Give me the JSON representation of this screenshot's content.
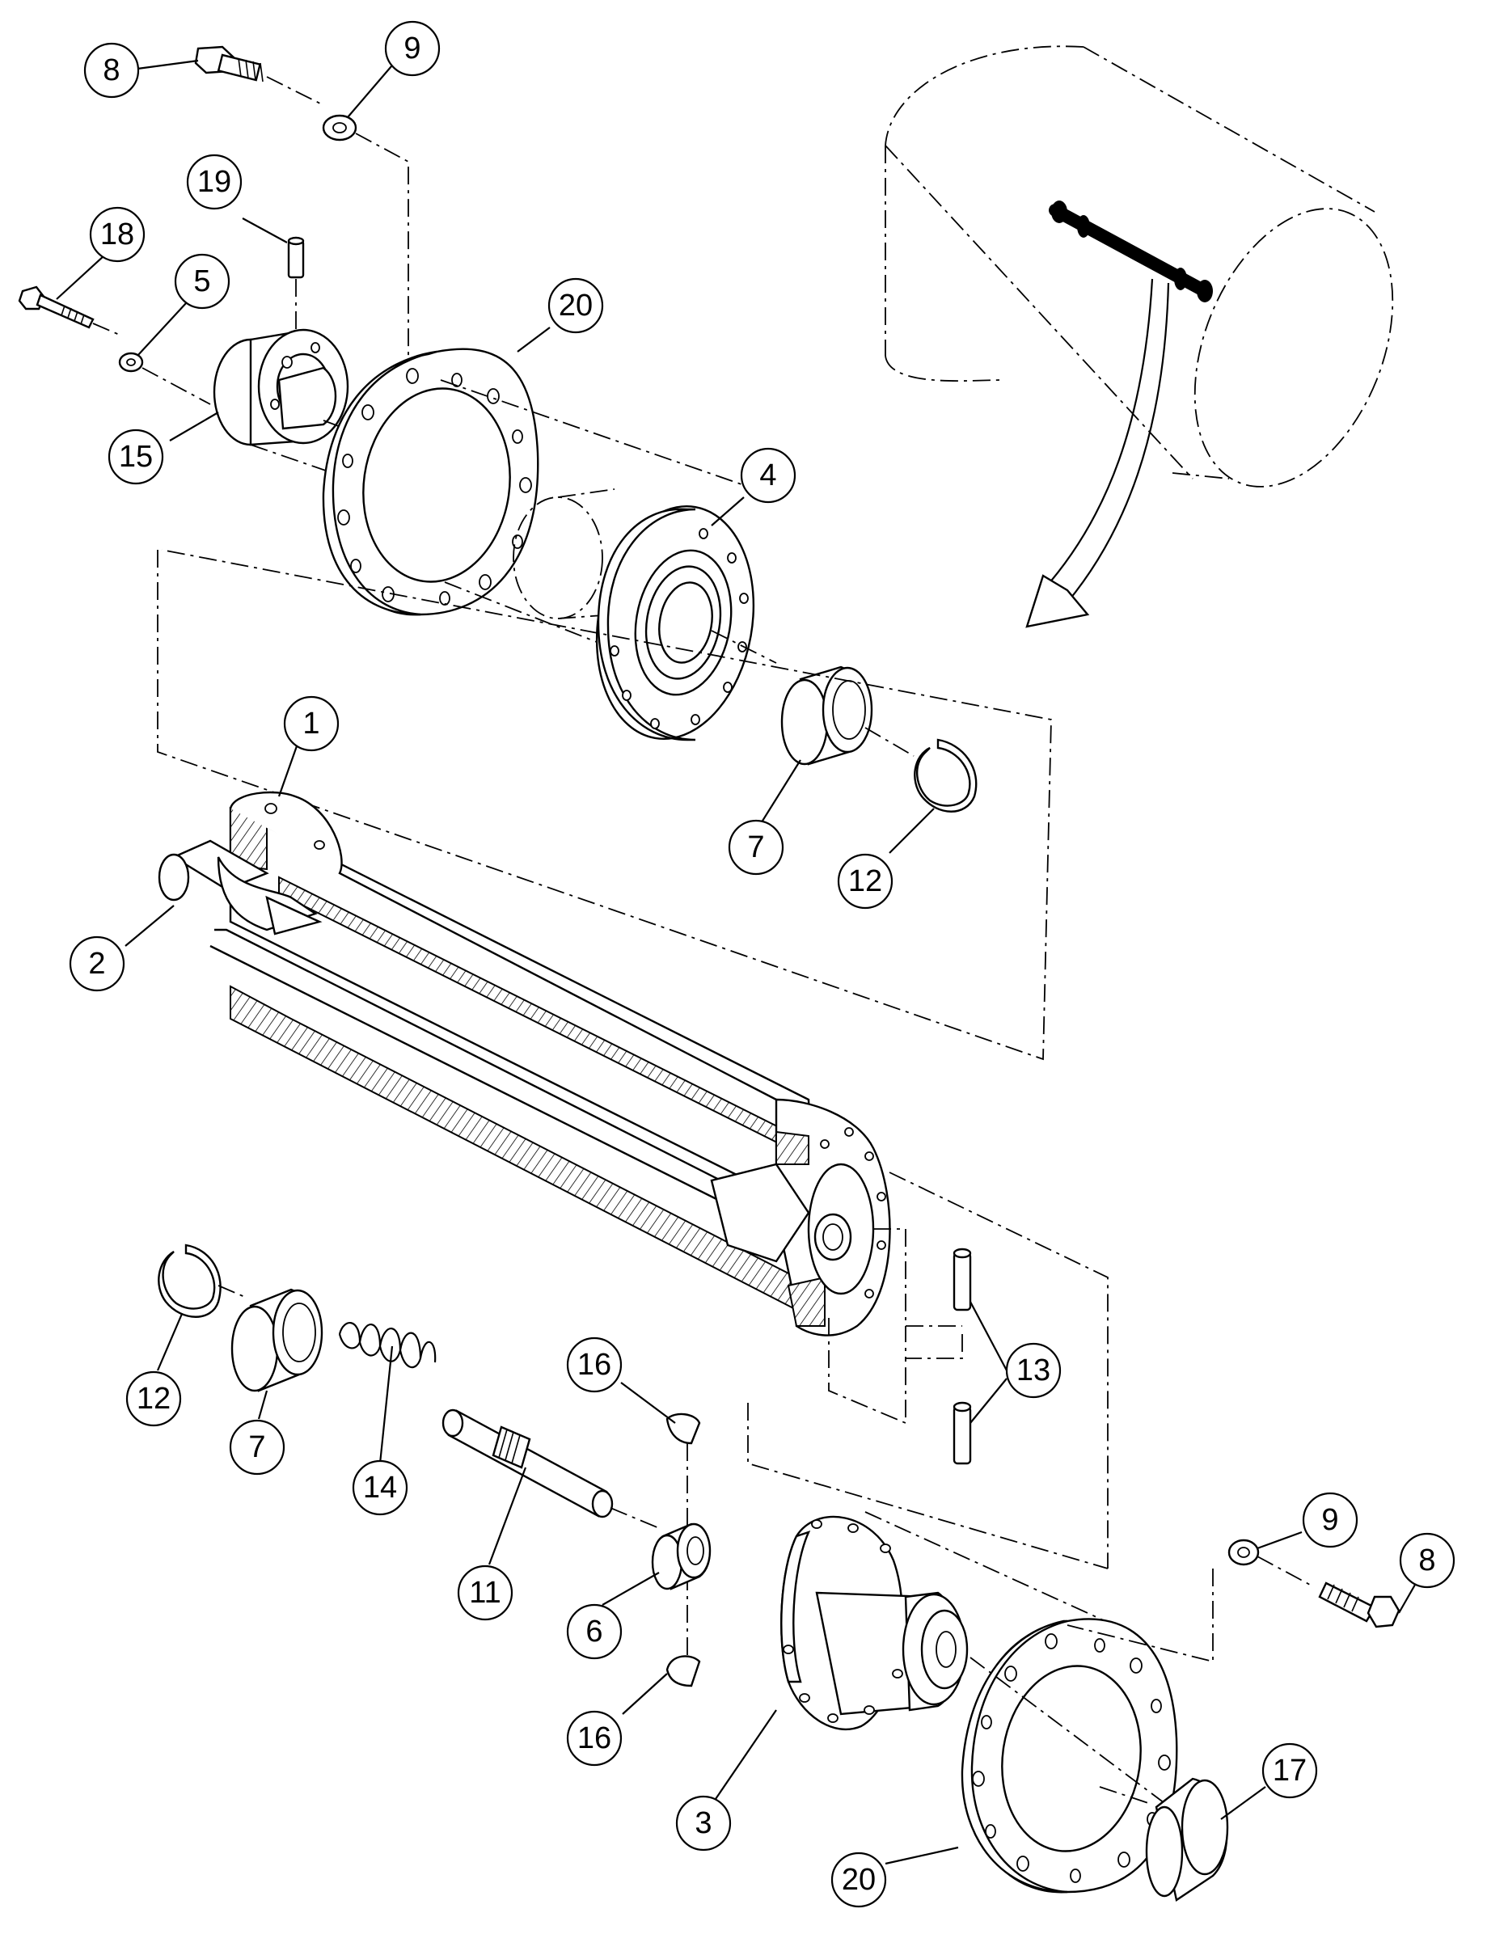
{
  "callouts": [
    {
      "id": "c8-top",
      "label": "8"
    },
    {
      "id": "c9-top",
      "label": "9"
    },
    {
      "id": "c19",
      "label": "19"
    },
    {
      "id": "c18",
      "label": "18"
    },
    {
      "id": "c5",
      "label": "5"
    },
    {
      "id": "c20-top",
      "label": "20"
    },
    {
      "id": "c15",
      "label": "15"
    },
    {
      "id": "c4",
      "label": "4"
    },
    {
      "id": "c1",
      "label": "1"
    },
    {
      "id": "c7-top",
      "label": "7"
    },
    {
      "id": "c12-top",
      "label": "12"
    },
    {
      "id": "c2",
      "label": "2"
    },
    {
      "id": "c12-bot",
      "label": "12"
    },
    {
      "id": "c7-bot",
      "label": "7"
    },
    {
      "id": "c14",
      "label": "14"
    },
    {
      "id": "c16-top",
      "label": "16"
    },
    {
      "id": "c13",
      "label": "13"
    },
    {
      "id": "c11",
      "label": "11"
    },
    {
      "id": "c6",
      "label": "6"
    },
    {
      "id": "c9-bot",
      "label": "9"
    },
    {
      "id": "c8-bot",
      "label": "8"
    },
    {
      "id": "c16-bot",
      "label": "16"
    },
    {
      "id": "c3",
      "label": "3"
    },
    {
      "id": "c17",
      "label": "17"
    },
    {
      "id": "c20-bot",
      "label": "20"
    }
  ]
}
